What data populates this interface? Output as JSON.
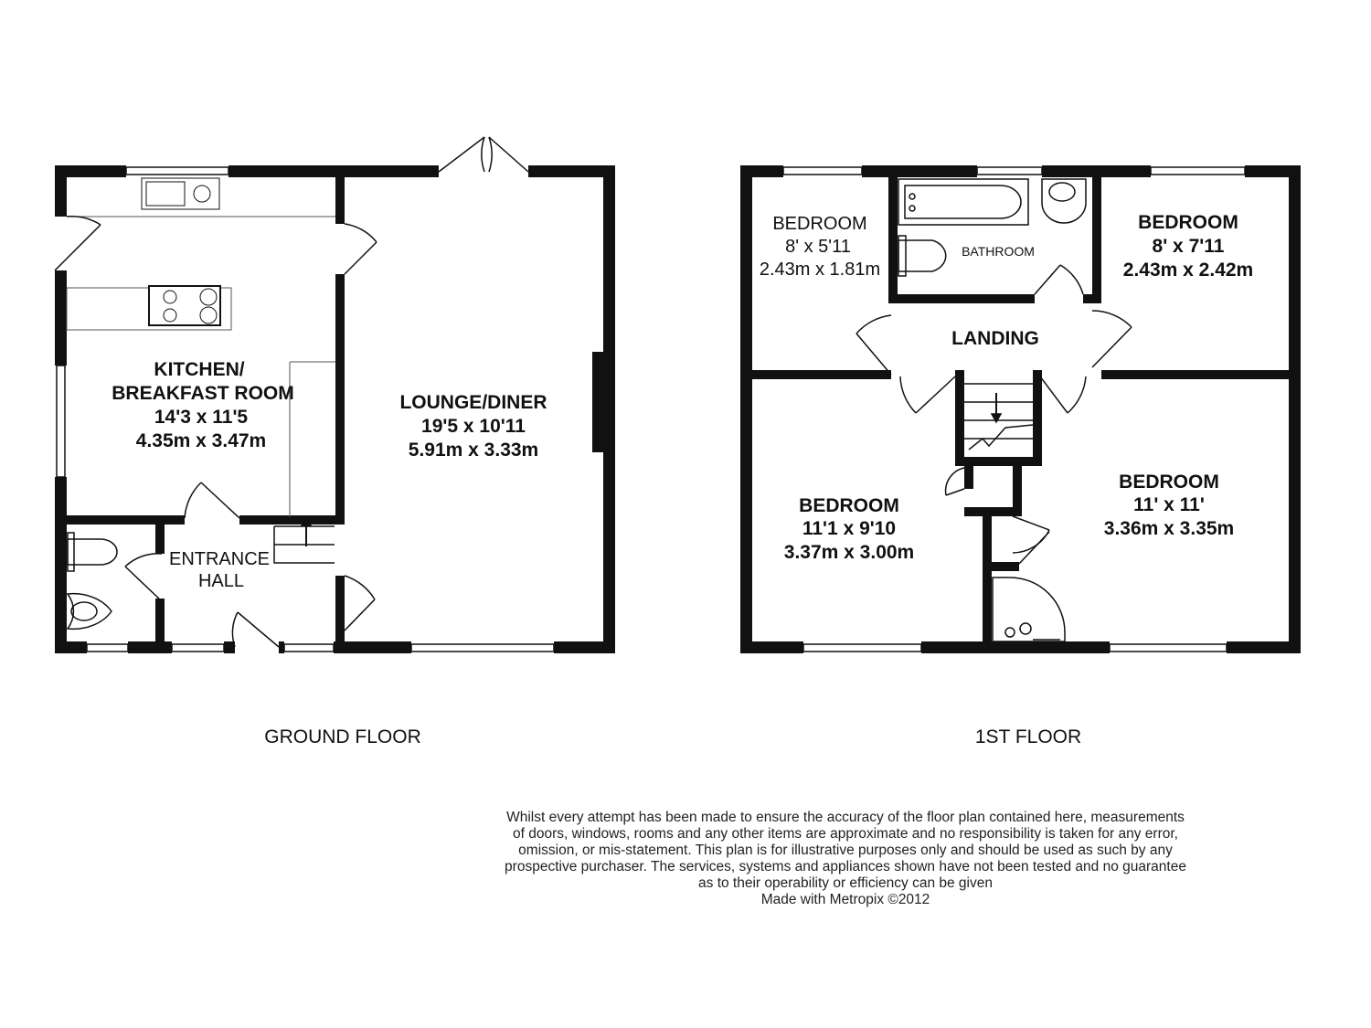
{
  "ground_floor": {
    "title": "GROUND FLOOR",
    "kitchen": {
      "line1": "KITCHEN/",
      "line2": "BREAKFAST ROOM",
      "imperial": "14'3 x 11'5",
      "metric": "4.35m x 3.47m"
    },
    "lounge": {
      "line1": "LOUNGE/DINER",
      "imperial": "19'5 x 10'11",
      "metric": "5.91m x 3.33m"
    },
    "entrance": {
      "line1": "ENTRANCE",
      "line2": "HALL"
    }
  },
  "first_floor": {
    "title": "1ST FLOOR",
    "bedroom_small": {
      "name": "BEDROOM",
      "imperial": "8' x 5'11",
      "metric": "2.43m x 1.81m"
    },
    "bedroom_right": {
      "name": "BEDROOM",
      "imperial": "8' x 7'11",
      "metric": "2.43m x 2.42m"
    },
    "bedroom_left_large": {
      "name": "BEDROOM",
      "imperial": "11'1 x 9'10",
      "metric": "3.37m x 3.00m"
    },
    "bedroom_right_large": {
      "name": "BEDROOM",
      "imperial": "11' x 11'",
      "metric": "3.36m x 3.35m"
    },
    "bathroom": "BATHROOM",
    "landing": "LANDING"
  },
  "disclaimer": {
    "lines": [
      "Whilst every attempt has been made to ensure the accuracy of the floor plan contained here, measurements",
      "of doors, windows, rooms and any other items are approximate and no responsibility is taken for any error,",
      "omission, or mis-statement. This plan is for illustrative purposes only and should be used as such by any",
      "prospective purchaser. The services, systems and appliances shown have not been tested and no guarantee",
      "as to their operability or efficiency can be given"
    ],
    "credit": "Made with Metropix ©2012"
  }
}
